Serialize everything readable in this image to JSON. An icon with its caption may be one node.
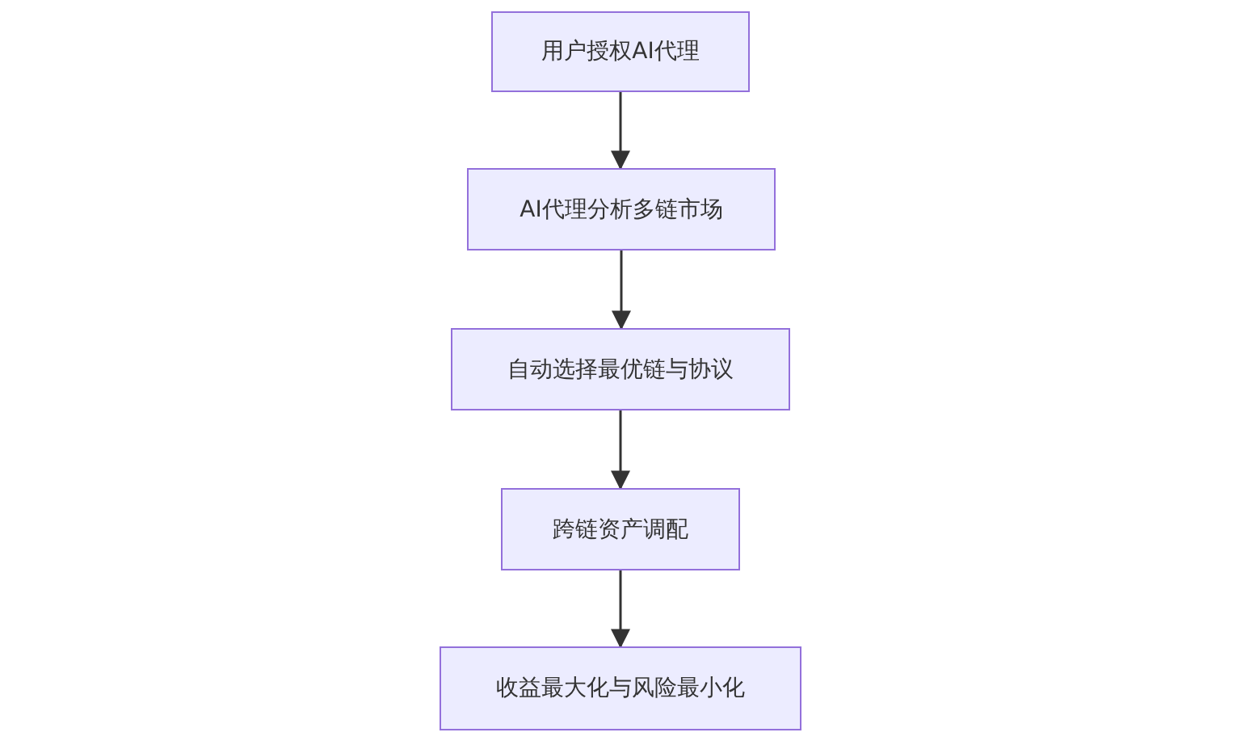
{
  "diagram": {
    "nodes": [
      {
        "text": [
          "用户授权AI代理"
        ]
      },
      {
        "text": [
          "AI代理分析多链市场"
        ]
      },
      {
        "text": [
          "自动选择最优链与协议"
        ]
      },
      {
        "text": [
          "跨链资产调配"
        ]
      },
      {
        "text": [
          "收益最大化与风险最小化"
        ]
      }
    ],
    "edges": [
      {
        "from": 0,
        "to": 1,
        "arrow": "to"
      },
      {
        "from": 1,
        "to": 2,
        "arrow": "to"
      },
      {
        "from": 2,
        "to": 3,
        "arrow": "to"
      },
      {
        "from": 3,
        "to": 4,
        "arrow": "to"
      }
    ]
  }
}
